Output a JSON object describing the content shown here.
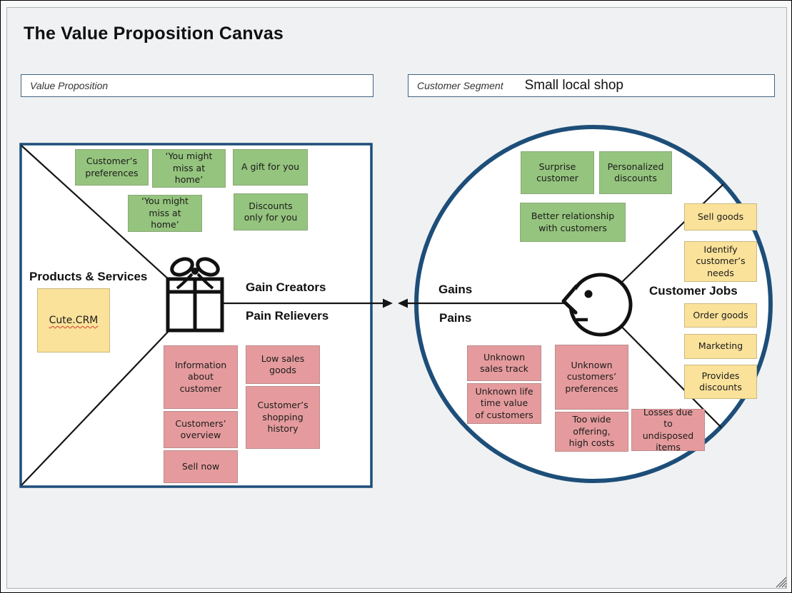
{
  "title": "The Value Proposition Canvas",
  "header": {
    "value_proposition_label": "Value Proposition",
    "customer_segment_label": "Customer Segment",
    "customer_segment_value": "Small local shop"
  },
  "colors": {
    "note_green": "#95c47e",
    "note_yellow": "#fae29a",
    "note_red": "#e59b9d",
    "shape_border_navy": "#1d4e79",
    "background": "#eff1f3"
  },
  "value_map": {
    "labels": {
      "products_services": "Products & Services",
      "gain_creators": "Gain Creators",
      "pain_relievers": "Pain Relievers"
    },
    "gain_creator_notes": [
      "Customer’s preferences",
      "‘You might miss at home’",
      "A gift for you",
      "‘You might miss at home’",
      "Discounts only for you"
    ],
    "product_notes": [
      "Cute.CRM"
    ],
    "pain_reliever_notes": [
      "Information about customer",
      "Customers’ overview",
      "Sell now",
      "Low sales goods",
      "Customer’s shopping history"
    ]
  },
  "customer_profile": {
    "labels": {
      "gains": "Gains",
      "pains": "Pains",
      "customer_jobs": "Customer Jobs"
    },
    "gain_notes": [
      "Surprise customer",
      "Personalized discounts",
      "Better relationship with customers"
    ],
    "job_notes": [
      "Sell goods",
      "Identify customer’s needs",
      "Order goods",
      "Marketing",
      "Provides discounts"
    ],
    "pain_notes": [
      "Unknown sales track",
      "Unknown life time value of customers",
      "Unknown customers’ preferences",
      "Too wide offering, high costs",
      "Losses due to undisposed items"
    ]
  }
}
